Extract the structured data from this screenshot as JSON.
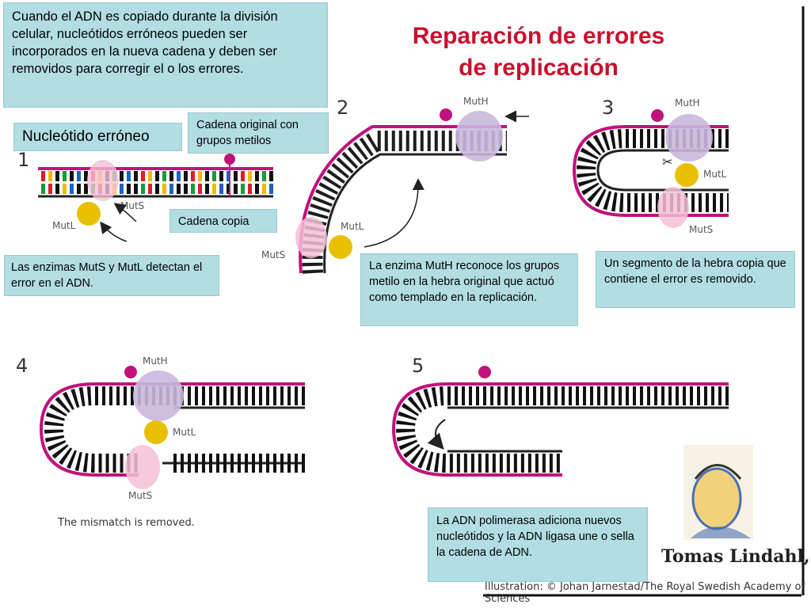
{
  "title": {
    "line1": "Reparación de errores",
    "line2": "de replicación"
  },
  "intro_text": "Cuando el ADN es copiado durante la división celular, nucleótidos erróneos pueden ser incorporados en la nueva cadena y deben ser removidos para corregir el o los errores.",
  "labels": {
    "nucleotido_erroneo": "Nucleótido erróneo",
    "cadena_original": "Cadena original con grupos metilos",
    "cadena_copia": "Cadena copia",
    "step1_caption": "Las enzimas MutS y MutL detectan el error en el ADN.",
    "step2_caption": "La enzima MutH reconoce los grupos metilo en la hebra original que actuó como templado en la replicación.",
    "step3_caption": "Un segmento de la hebra copia que contiene el error es removido.",
    "step5_caption": "La ADN polimerasa adiciona nuevos nucleótidos y la ADN ligasa une o sella la cadena de ADN."
  },
  "diagram": {
    "step_numbers": [
      "1",
      "2",
      "3",
      "4",
      "5"
    ],
    "enzymes": {
      "muts": "MutS",
      "mutl": "MutL",
      "muth": "MutH"
    },
    "mismatch_removed": "The mismatch is removed.",
    "portrait_name": "Tomas Lindahl,",
    "credit": "Illustration: © Johan Jarnestad/The Royal Swedish Academy of Sciences"
  },
  "colors": {
    "title_red": "#c8102e",
    "box_bg": "#b2dde2",
    "strand_magenta": "#c0127a",
    "muts_pink": "#f4c0d6",
    "mutl_yellow": "#e8c000",
    "muth_purple": "#c9b8de",
    "base_black": "#111111"
  }
}
